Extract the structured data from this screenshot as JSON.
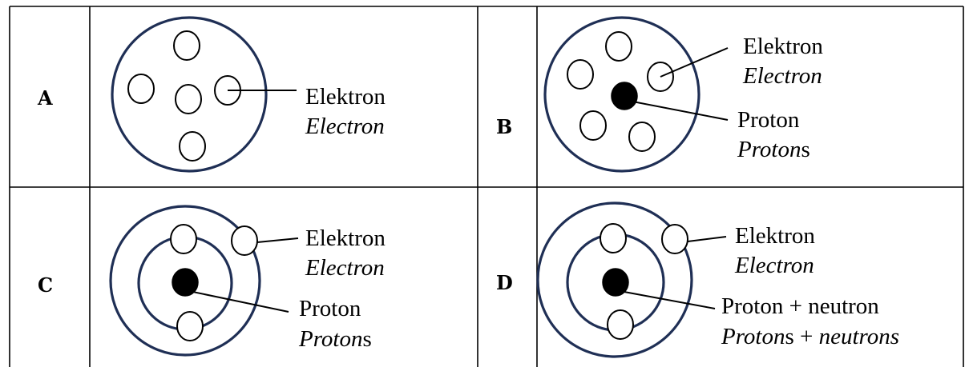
{
  "options": [
    {
      "letter": "A",
      "labels": {
        "electron_ms": "Elektron",
        "electron_en": "Electron"
      }
    },
    {
      "letter": "B",
      "labels": {
        "electron_ms": "Elektron",
        "electron_en": "Electron",
        "nucleus_ms": "Proton",
        "nucleus_en_italic": "Proton",
        "nucleus_en_suffix": "s"
      }
    },
    {
      "letter": "C",
      "labels": {
        "electron_ms": "Elektron",
        "electron_en": "Electron",
        "nucleus_ms": "Proton",
        "nucleus_en_italic": "Proton",
        "nucleus_en_suffix": "s"
      }
    },
    {
      "letter": "D",
      "labels": {
        "electron_ms": "Elektron",
        "electron_en": "Electron",
        "nucleus_ms": "Proton + neutron",
        "nucleus_en_italic": "Proton",
        "nucleus_en_suffix": "s + ",
        "nucleus_en_italic2": "neutrons"
      }
    }
  ]
}
